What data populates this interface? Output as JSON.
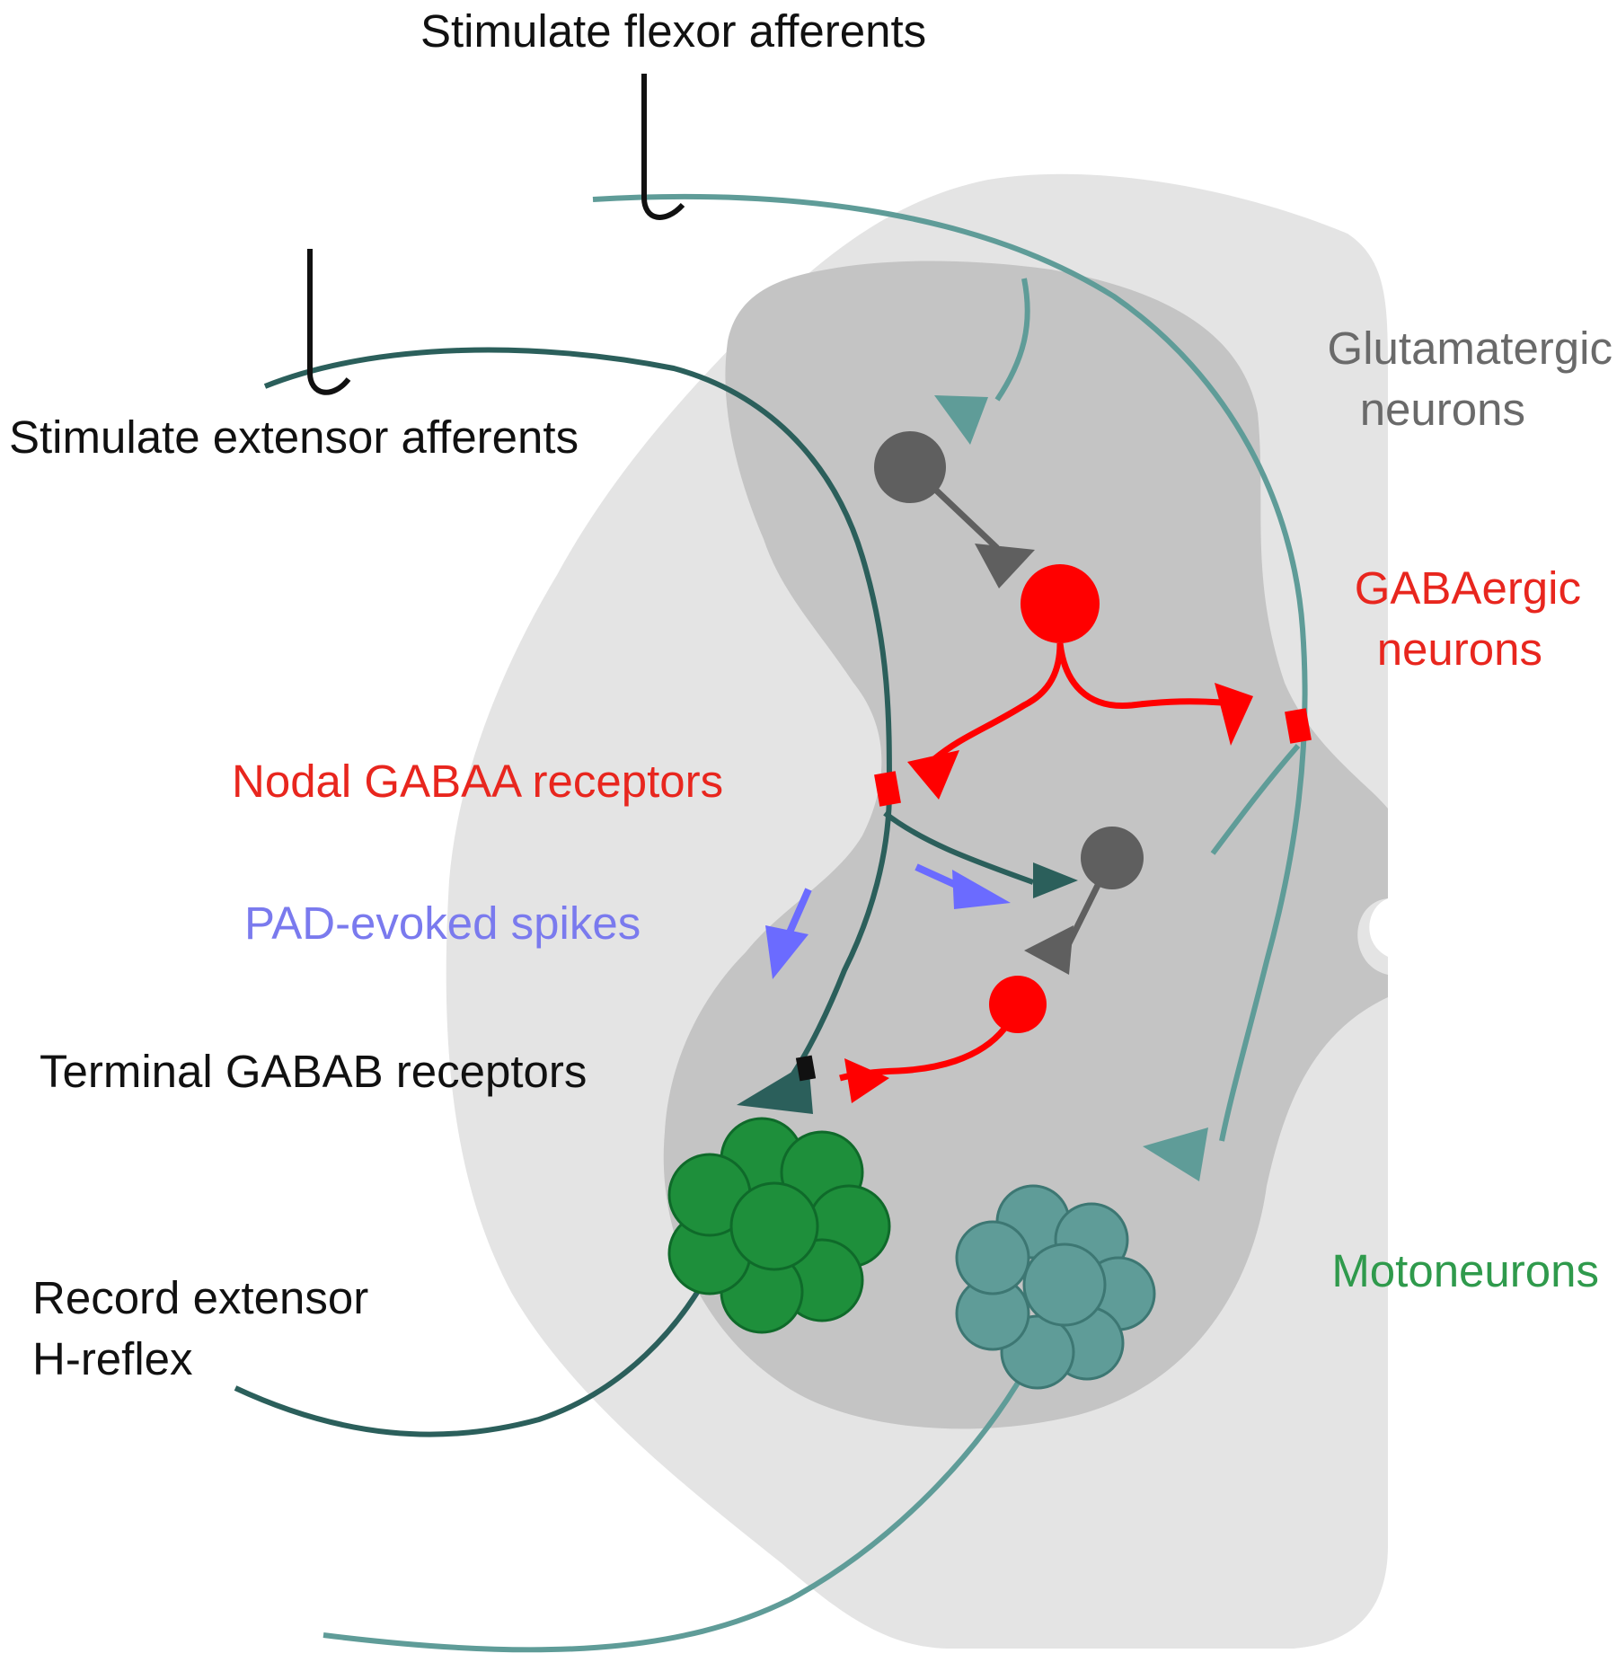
{
  "labels": {
    "stim_flexor": "Stimulate flexor afferents",
    "stim_extensor": "Stimulate extensor afferents",
    "glutamatergic_line1": "Glutamatergic",
    "glutamatergic_line2": "neurons",
    "gabaergic_line1": "GABAergic",
    "gabaergic_line2": "neurons",
    "nodal_gabaa": "Nodal GABAA receptors",
    "pad_spikes": "PAD-evoked spikes",
    "terminal_gabab": "Terminal GABAB receptors",
    "motoneurons": "Motoneurons",
    "record_line1": "Record extensor",
    "record_line2": "H-reflex"
  },
  "colors": {
    "white_matter": "#e4e4e4",
    "gray_matter": "#c4c4c4",
    "flexor_afferent": "#5f9c98",
    "extensor_afferent": "#2b5f5b",
    "glutamatergic": "#5f5f5f",
    "gabaergic": "#ff0000",
    "pad_arrow": "#6b6bff",
    "extensor_motoneuron": "#1e8f3b",
    "flexor_motoneuron": "#5f9c98",
    "label_black": "#111111",
    "label_gray": "#6a6a6a",
    "label_red": "#e8261e",
    "label_blue": "#7a7aee",
    "label_green": "#2f9a4c"
  }
}
